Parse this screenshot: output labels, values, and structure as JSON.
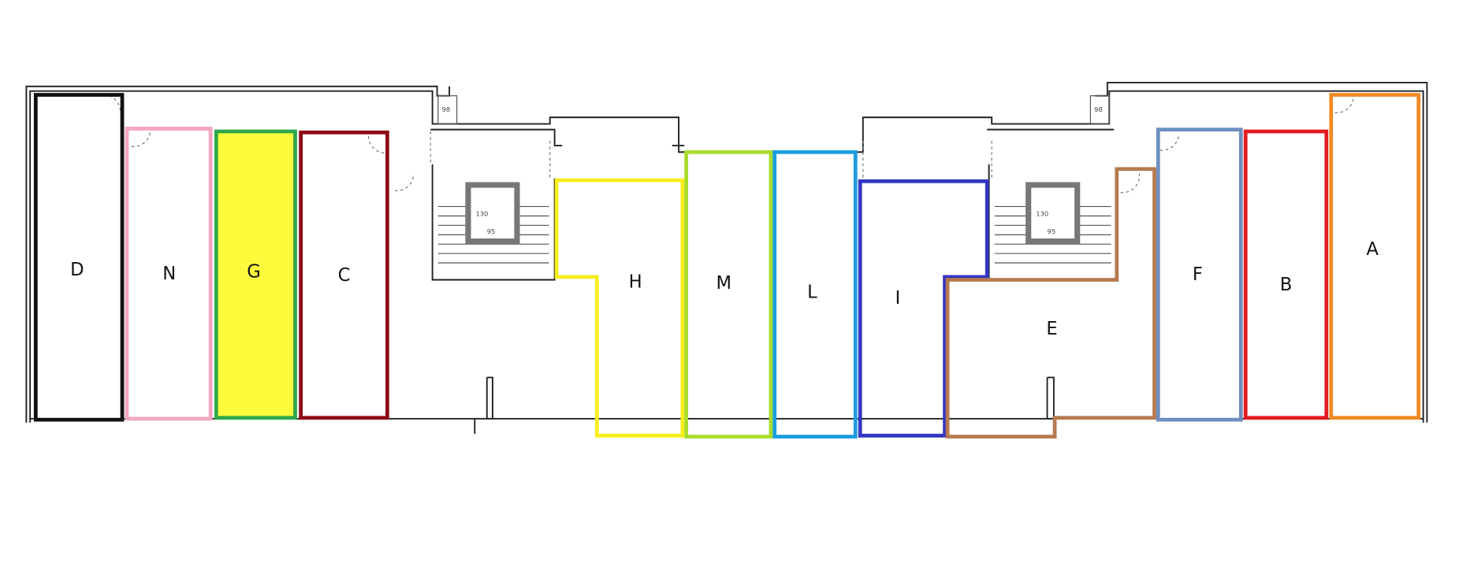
{
  "title": "Floor plan with units",
  "units": [
    {
      "id": "D",
      "label": "D",
      "stroke": "#111111",
      "fill": "none"
    },
    {
      "id": "N",
      "label": "N",
      "stroke": "#f4a6c0",
      "fill": "none"
    },
    {
      "id": "G",
      "label": "G",
      "stroke": "#2ea84a",
      "fill": "#fdfb3c"
    },
    {
      "id": "C",
      "label": "C",
      "stroke": "#8b0a14",
      "fill": "none"
    },
    {
      "id": "H",
      "label": "H",
      "stroke": "#f6ee1a",
      "fill": "none"
    },
    {
      "id": "M",
      "label": "M",
      "stroke": "#a8dc2c",
      "fill": "none"
    },
    {
      "id": "L",
      "label": "L",
      "stroke": "#1b9de0",
      "fill": "none"
    },
    {
      "id": "I",
      "label": "I",
      "stroke": "#3336c4",
      "fill": "none"
    },
    {
      "id": "E",
      "label": "E",
      "stroke": "#b57a4e",
      "fill": "none"
    },
    {
      "id": "F",
      "label": "F",
      "stroke": "#6d8fc0",
      "fill": "none"
    },
    {
      "id": "B",
      "label": "B",
      "stroke": "#e21b23",
      "fill": "none"
    },
    {
      "id": "A",
      "label": "A",
      "stroke": "#f08a24",
      "fill": "none"
    }
  ],
  "elevator_labels": {
    "left_depth": "130",
    "left_width": "95",
    "right_depth": "130",
    "right_width": "95"
  }
}
